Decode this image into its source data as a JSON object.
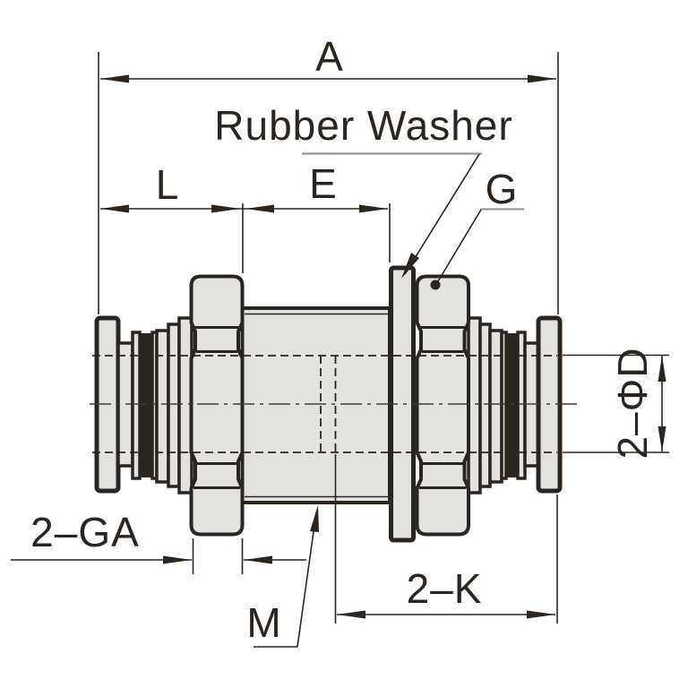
{
  "figure": {
    "kind": "engineering-drawing",
    "description": "Side section view of a push-to-connect bulkhead union pneumatic fitting with dimension callouts"
  },
  "labels": {
    "dim_a": "A",
    "rubber_washer": "Rubber Washer",
    "dim_l": "L",
    "dim_e": "E",
    "dim_g": "G",
    "dim_2ga": "2–GA",
    "dim_m": "M",
    "dim_2k": "2–K",
    "dim_2phid": "2–ΦD"
  },
  "colors": {
    "ink": "#2b2520",
    "fill": "#e3e2df",
    "underline": "#8d8d8d",
    "centerline": "#3c3c3c",
    "bg": "#ffffff"
  }
}
